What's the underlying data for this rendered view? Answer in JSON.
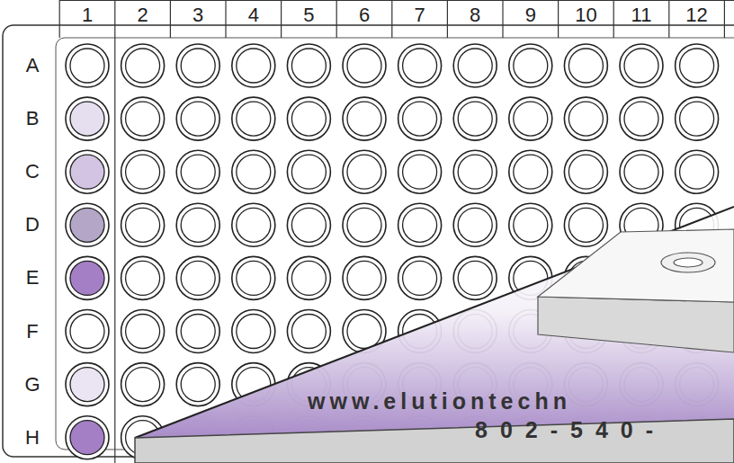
{
  "diagram": {
    "labels": [
      "1",
      "2",
      "3",
      "4",
      "5",
      "6",
      "7",
      "8",
      "9",
      "10",
      "11",
      "12",
      "A",
      "B",
      "C",
      "D",
      "E",
      "F",
      "G",
      "H",
      "www.elutiontechn",
      "802-540-"
    ]
  }
}
